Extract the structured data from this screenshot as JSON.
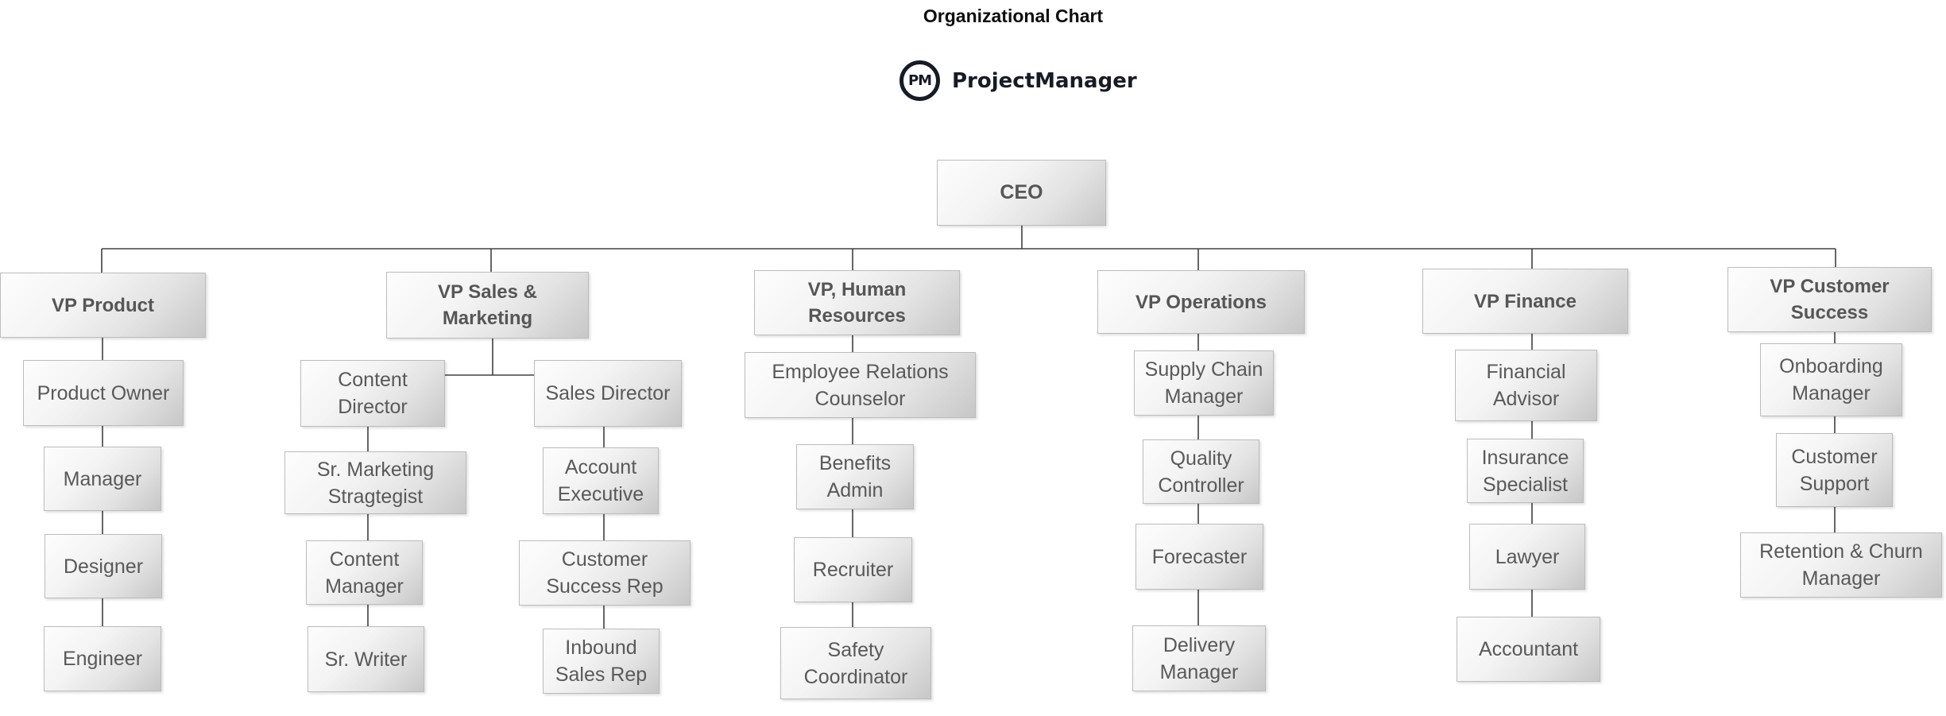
{
  "header": {
    "title": "Organizational Chart",
    "logo": {
      "monogram": "PM",
      "brand": "ProjectManager"
    }
  },
  "colors": {
    "background": "#ffffff",
    "node_text": "#595959",
    "node_border": "#bcbcbc",
    "node_gradient_light": "#fdfdfd",
    "node_gradient_dark": "#c7c7c7",
    "connector_line": "#404040",
    "title_text": "#0e0e0e",
    "brand_text": "#171b26"
  },
  "nodes": {
    "ceo": {
      "label": "CEO"
    },
    "vp_product": {
      "label": "VP Product"
    },
    "product_owner": {
      "label": "Product Owner"
    },
    "manager": {
      "label": "Manager"
    },
    "designer": {
      "label": "Designer"
    },
    "engineer": {
      "label": "Engineer"
    },
    "vp_sales_marketing": {
      "label": "VP Sales &\nMarketing"
    },
    "content_director": {
      "label": "Content\nDirector"
    },
    "sales_director": {
      "label": "Sales Director"
    },
    "sr_marketing_strategist": {
      "label": "Sr. Marketing\nStragtegist"
    },
    "content_manager": {
      "label": "Content\nManager"
    },
    "sr_writer": {
      "label": "Sr. Writer"
    },
    "account_executive": {
      "label": "Account\nExecutive"
    },
    "customer_success_rep": {
      "label": "Customer\nSuccess Rep"
    },
    "inbound_sales_rep": {
      "label": "Inbound\nSales Rep"
    },
    "vp_human_resources": {
      "label": "VP, Human\nResources"
    },
    "employee_relations_counselor": {
      "label": "Employee Relations\nCounselor"
    },
    "benefits_admin": {
      "label": "Benefits\nAdmin"
    },
    "recruiter": {
      "label": "Recruiter"
    },
    "safety_coordinator": {
      "label": "Safety\nCoordinator"
    },
    "vp_operations": {
      "label": "VP Operations"
    },
    "supply_chain_manager": {
      "label": "Supply Chain\nManager"
    },
    "quality_controller": {
      "label": "Quality\nController"
    },
    "forecaster": {
      "label": "Forecaster"
    },
    "delivery_manager": {
      "label": "Delivery\nManager"
    },
    "vp_finance": {
      "label": "VP Finance"
    },
    "financial_advisor": {
      "label": "Financial\nAdvisor"
    },
    "insurance_specialist": {
      "label": "Insurance\nSpecialist"
    },
    "lawyer": {
      "label": "Lawyer"
    },
    "accountant": {
      "label": "Accountant"
    },
    "vp_customer_success": {
      "label": "VP Customer\nSuccess"
    },
    "onboarding_manager": {
      "label": "Onboarding\nManager"
    },
    "customer_support": {
      "label": "Customer\nSupport"
    },
    "retention_churn_manager": {
      "label": "Retention & Churn\nManager"
    }
  }
}
